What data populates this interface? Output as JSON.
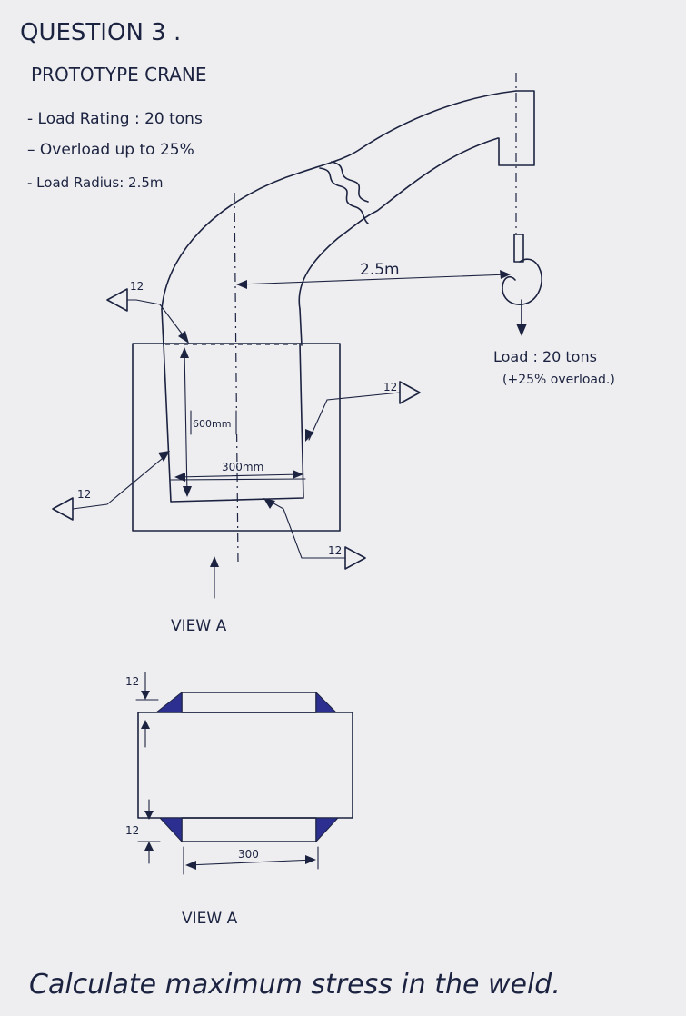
{
  "header": {
    "question": "QUESTION 3 .",
    "title": "PROTOTYPE CRANE",
    "specs": [
      "- Load Rating : 20 tons",
      "– Overload up to 25%",
      "- Load Radius: 2.5m"
    ]
  },
  "crane": {
    "radius_label": "2.5m",
    "load_label": "Load : 20 tons",
    "overload_label": "(+25% overload.)"
  },
  "view_a_top": {
    "height_label": "600mm",
    "width_label": "300mm",
    "weld_sizes": [
      "12",
      "12",
      "12",
      "12"
    ],
    "caption": "VIEW A"
  },
  "view_a_bottom": {
    "top_weld_label": "12",
    "bottom_weld_label": "12",
    "width_label": "300",
    "caption": "VIEW A"
  },
  "footer": {
    "instruction": "Calculate maximum stress in the weld."
  }
}
